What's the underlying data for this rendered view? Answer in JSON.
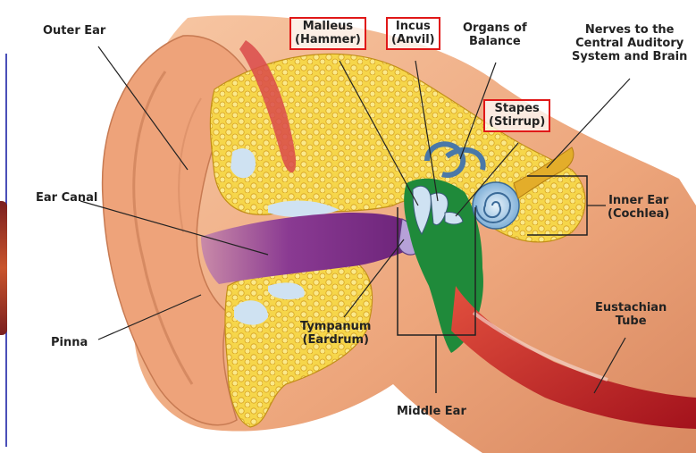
{
  "labels": {
    "outer_ear": "Outer Ear",
    "malleus": [
      "Malleus",
      "(Hammer)"
    ],
    "incus": [
      "Incus",
      "(Anvil)"
    ],
    "organs_of_balance": [
      "Organs of",
      "Balance"
    ],
    "nerves": [
      "Nerves to the",
      "Central Auditory",
      "System and Brain"
    ],
    "stapes": [
      "Stapes",
      "(Stirrup)"
    ],
    "ear_canal": "Ear Canal",
    "inner_ear": [
      "Inner Ear",
      "(Cochlea)"
    ],
    "eustachian_tube": [
      "Eustachian",
      "Tube"
    ],
    "pinna": "Pinna",
    "tympanum": [
      "Tympanum",
      "(Eardrum)"
    ],
    "middle_ear": "Middle Ear"
  },
  "colors": {
    "highlight_box": "#e01818",
    "skin": "#f2b48c",
    "bone": "#f3c93a",
    "canal": "#7a2d86",
    "middle_ear": "#1f8a3a",
    "cochlea": "#9fc6e6",
    "nerve": "#d9a21b",
    "tube": "#c0262c"
  }
}
